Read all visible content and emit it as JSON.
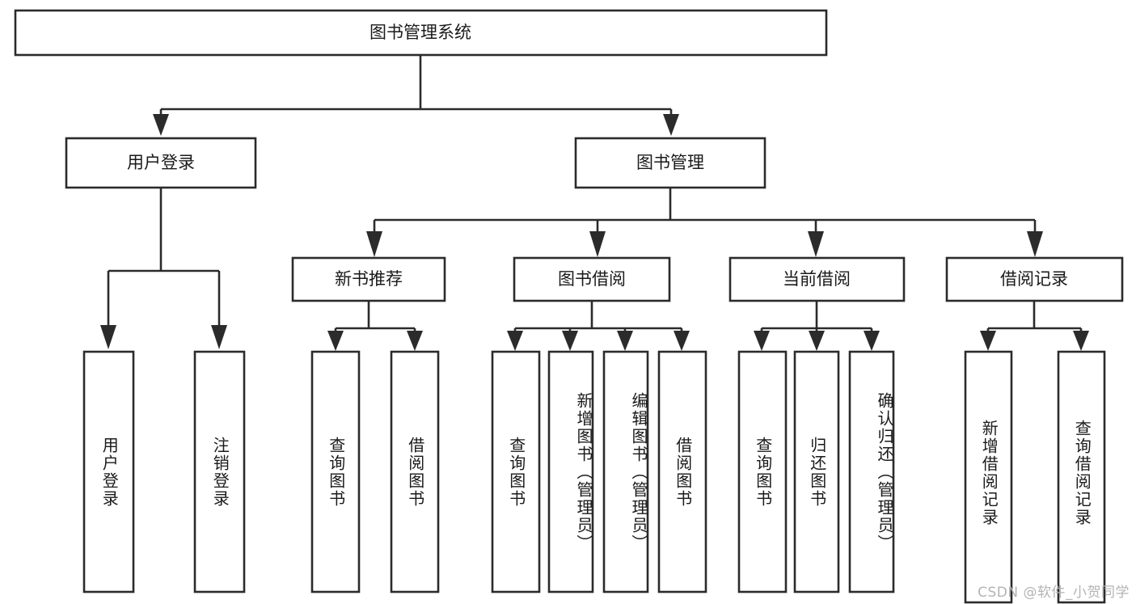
{
  "diagram": {
    "type": "hierarchy-tree",
    "title": "图书管理系统",
    "orientation": "top-down",
    "colors": {
      "box_fill": "#ffffff",
      "box_stroke": "#2b2b2b",
      "text": "#1a1a1a",
      "background": "#ffffff",
      "watermark": "#b4b4b4"
    },
    "levels": 4,
    "root": {
      "label": "图书管理系统",
      "level": 1
    },
    "level2": [
      {
        "label": "用户登录"
      },
      {
        "label": "图书管理"
      }
    ],
    "level3": [
      {
        "label": "新书推荐"
      },
      {
        "label": "图书借阅"
      },
      {
        "label": "当前借阅"
      },
      {
        "label": "借阅记录"
      }
    ],
    "leaves": {
      "user_login": [
        "用户登录",
        "注销登录"
      ],
      "new_book_recommend": [
        "查询图书",
        "借阅图书"
      ],
      "book_borrow": [
        "查询图书",
        "新增图书（管理员）",
        "编辑图书（管理员）",
        "借阅图书"
      ],
      "current_borrow": [
        "查询图书",
        "归还图书",
        "确认归还（管理员）"
      ],
      "borrow_record": [
        "新增借阅记录",
        "查询借阅记录"
      ]
    }
  },
  "watermark": {
    "text": "CSDN @软件_小贺同学"
  }
}
